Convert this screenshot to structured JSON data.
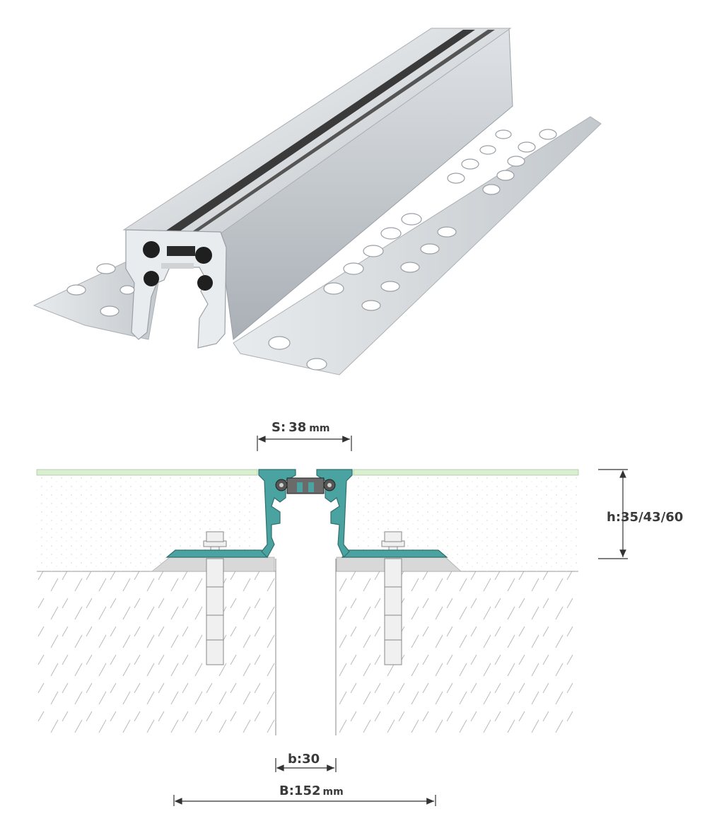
{
  "product_photo": {
    "alt": "Aluminium expansion joint profile"
  },
  "dimensions": {
    "s": {
      "label": "S:",
      "value": "38",
      "unit": "mm"
    },
    "h": {
      "label": "h:",
      "value": "35/43/60"
    },
    "b_small": {
      "label": "b:",
      "value": "30"
    },
    "b_large": {
      "label": "B:",
      "value": "152",
      "unit": "mm"
    }
  },
  "colors": {
    "profile": "#4aa3a0",
    "finish_layer": "#d9efd0",
    "screed": "#f2f2f2",
    "concrete": "#ffffff",
    "aluminium": "#c8ccd0"
  }
}
